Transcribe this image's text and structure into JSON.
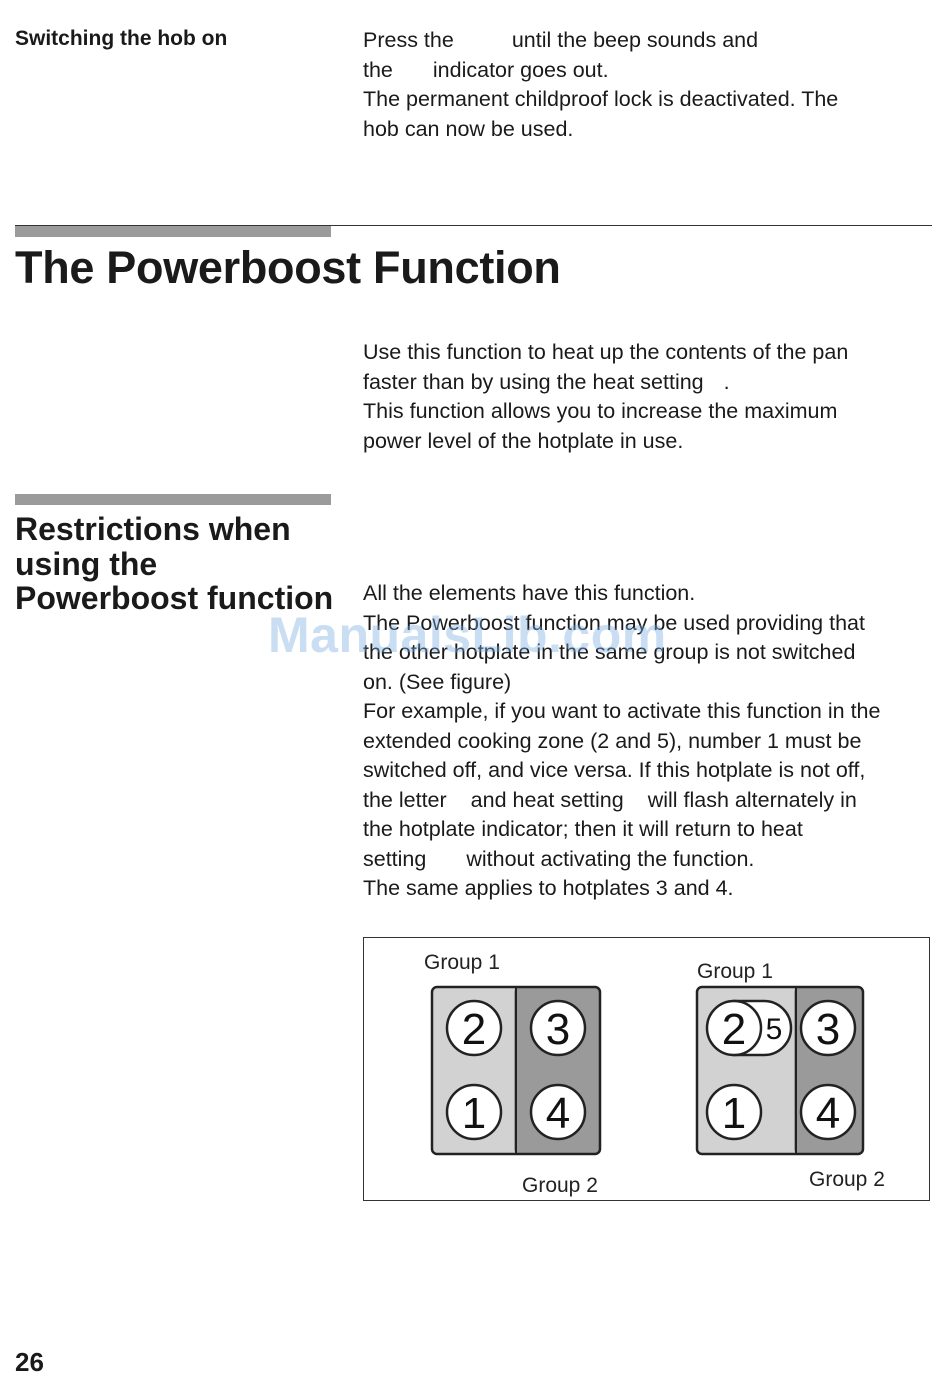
{
  "switching": {
    "label": "Switching the hob on",
    "line1a": "Press the",
    "line1b": "until the beep sounds and",
    "line2a": "the",
    "line2b": "indicator goes out.",
    "line3": "The permanent childproof lock is deactivated. The",
    "line4": "hob can now be used."
  },
  "powerboost": {
    "title": "The Powerboost Function",
    "line1": "Use this function to heat up the contents of the pan",
    "line2a": "faster than by using the heat setting",
    "line2b": ".",
    "line3": "This function allows you to increase the maximum",
    "line4": "power level of the hotplate in use."
  },
  "restrictions": {
    "heading": "Restrictions when using the Powerboost function",
    "lines": [
      "All the elements have this function.",
      "The Powerboost function may be used providing that",
      "the other hotplate in the same group is not switched",
      "on. (See figure)",
      "For example, if you want to activate this function in the",
      "extended cooking zone (2 and 5), number 1 must be",
      "switched off, and vice versa. If this hotplate is not off,"
    ],
    "line8a": "the letter",
    "line8b": "and heat setting",
    "line8c": "will flash alternately in",
    "line9": "the hotplate indicator; then it will return to heat",
    "line10a": "setting",
    "line10b": "without activating the function.",
    "line11": "The same applies to hotplates 3 and 4."
  },
  "watermark": "ManualsLib.com",
  "figure": {
    "left": {
      "group1": "Group 1",
      "group2": "Group 2",
      "zones": [
        "2",
        "3",
        "1",
        "4"
      ]
    },
    "right": {
      "group1": "Group 1",
      "group2": "Group 2",
      "zones": [
        "2",
        "5",
        "3",
        "1",
        "4"
      ]
    },
    "colors": {
      "light_panel": "#d2d2d2",
      "dark_panel": "#9a9a9a",
      "outline": "#222222"
    }
  },
  "page_number": "26"
}
